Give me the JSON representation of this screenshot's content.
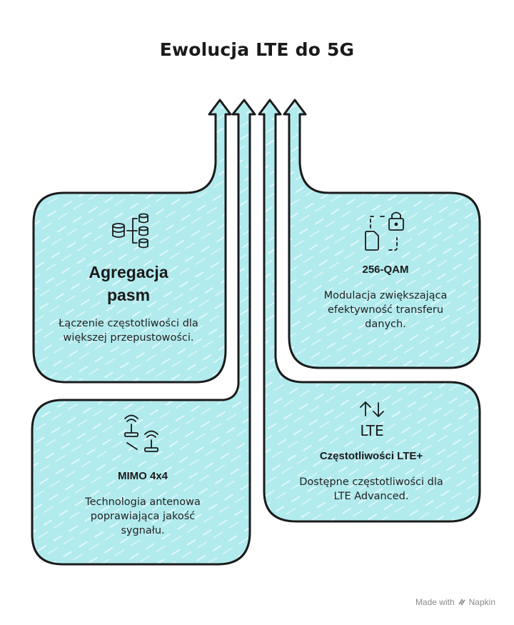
{
  "title": "Ewolucja LTE do 5G",
  "cards": [
    {
      "heading": "Agregacja pasm",
      "description": "Łączenie częstotliwości dla większej przepustowości.",
      "icon": "database-split-icon"
    },
    {
      "heading": "256-QAM",
      "description": "Modulacja zwiększająca efektywność transferu danych.",
      "icon": "file-lock-icon"
    },
    {
      "heading": "MIMO 4x4",
      "description": "Technologia antenowa poprawiająca jakość sygnału.",
      "icon": "antenna-icon"
    },
    {
      "heading": "Częstotliwości LTE+",
      "description": "Dostępne częstotliwości dla LTE Advanced.",
      "icon": "lte-arrows-icon"
    }
  ],
  "icon_text": {
    "lte": "LTE"
  },
  "footer": {
    "made_with": "Made with",
    "brand": "Napkin"
  },
  "colors": {
    "fill": "#b2ebee",
    "stroke": "#1b1b1b",
    "background": "#ffffff"
  }
}
